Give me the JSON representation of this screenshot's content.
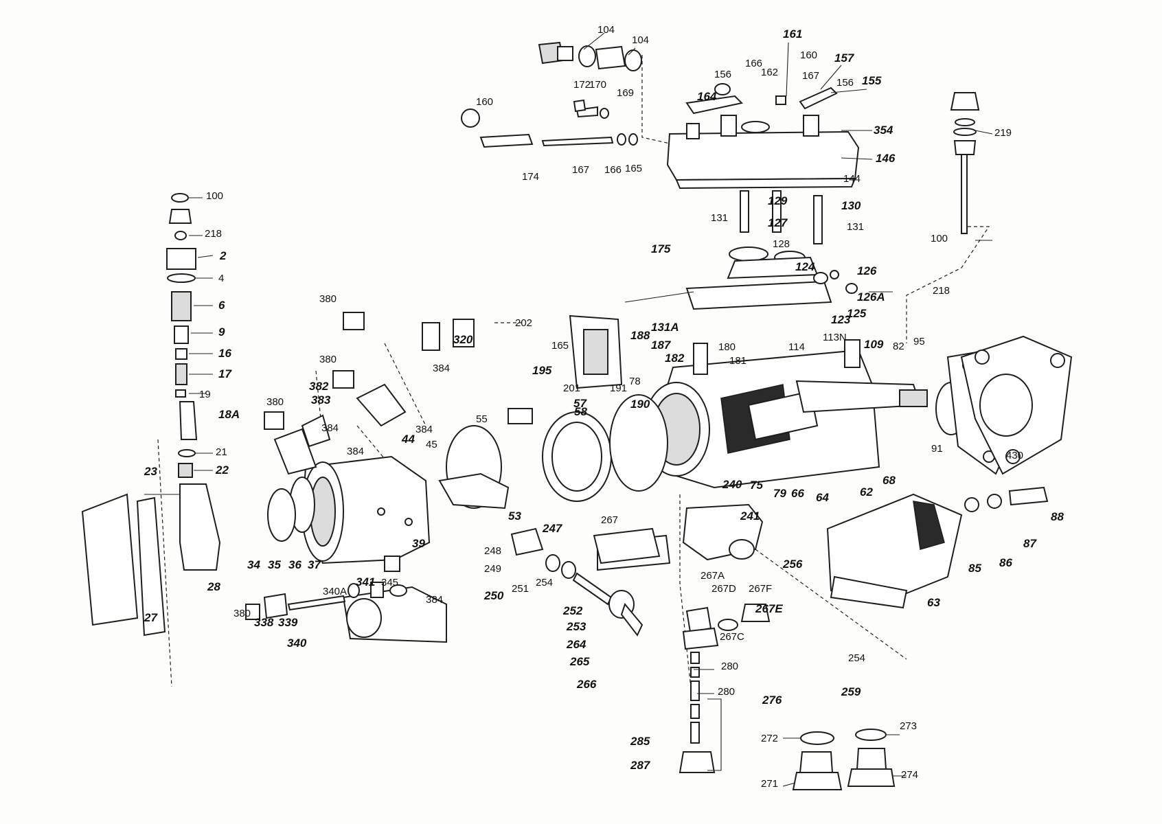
{
  "diagram": {
    "labels": [
      {
        "text": "104"
      },
      {
        "text": "104"
      },
      {
        "text": "161"
      },
      {
        "text": "160"
      },
      {
        "text": "157"
      },
      {
        "text": "166"
      },
      {
        "text": "162"
      },
      {
        "text": "167"
      },
      {
        "text": "156"
      },
      {
        "text": "155"
      },
      {
        "text": "156"
      },
      {
        "text": "164"
      },
      {
        "text": "172"
      },
      {
        "text": "170"
      },
      {
        "text": "169"
      },
      {
        "text": "160"
      },
      {
        "text": "354"
      },
      {
        "text": "146"
      },
      {
        "text": "144"
      },
      {
        "text": "219"
      },
      {
        "text": "174"
      },
      {
        "text": "167"
      },
      {
        "text": "166"
      },
      {
        "text": "165"
      },
      {
        "text": "129"
      },
      {
        "text": "130"
      },
      {
        "text": "131"
      },
      {
        "text": "131"
      },
      {
        "text": "127"
      },
      {
        "text": "128"
      },
      {
        "text": "175"
      },
      {
        "text": "100"
      },
      {
        "text": "100"
      },
      {
        "text": "218"
      },
      {
        "text": "2"
      },
      {
        "text": "4"
      },
      {
        "text": "6"
      },
      {
        "text": "9"
      },
      {
        "text": "16"
      },
      {
        "text": "17"
      },
      {
        "text": "19"
      },
      {
        "text": "18A"
      },
      {
        "text": "21"
      },
      {
        "text": "22"
      },
      {
        "text": "23"
      },
      {
        "text": "124"
      },
      {
        "text": "126"
      },
      {
        "text": "126A"
      },
      {
        "text": "125"
      },
      {
        "text": "218"
      },
      {
        "text": "123"
      },
      {
        "text": "113N"
      },
      {
        "text": "114"
      },
      {
        "text": "131A"
      },
      {
        "text": "380"
      },
      {
        "text": "320"
      },
      {
        "text": "384"
      },
      {
        "text": "202"
      },
      {
        "text": "165"
      },
      {
        "text": "195"
      },
      {
        "text": "188"
      },
      {
        "text": "187"
      },
      {
        "text": "180"
      },
      {
        "text": "181"
      },
      {
        "text": "182"
      },
      {
        "text": "109"
      },
      {
        "text": "82"
      },
      {
        "text": "95"
      },
      {
        "text": "380"
      },
      {
        "text": "382"
      },
      {
        "text": "383"
      },
      {
        "text": "380"
      },
      {
        "text": "384"
      },
      {
        "text": "384"
      },
      {
        "text": "384"
      },
      {
        "text": "44"
      },
      {
        "text": "45"
      },
      {
        "text": "55"
      },
      {
        "text": "57"
      },
      {
        "text": "58"
      },
      {
        "text": "190"
      },
      {
        "text": "191"
      },
      {
        "text": "78"
      },
      {
        "text": "201"
      },
      {
        "text": "91"
      },
      {
        "text": "430"
      },
      {
        "text": "68"
      },
      {
        "text": "62"
      },
      {
        "text": "64"
      },
      {
        "text": "66"
      },
      {
        "text": "79"
      },
      {
        "text": "75"
      },
      {
        "text": "53"
      },
      {
        "text": "247"
      },
      {
        "text": "267"
      },
      {
        "text": "240"
      },
      {
        "text": "241"
      },
      {
        "text": "88"
      },
      {
        "text": "87"
      },
      {
        "text": "86"
      },
      {
        "text": "85"
      },
      {
        "text": "63"
      },
      {
        "text": "28"
      },
      {
        "text": "27"
      },
      {
        "text": "34"
      },
      {
        "text": "35"
      },
      {
        "text": "36"
      },
      {
        "text": "37"
      },
      {
        "text": "39"
      },
      {
        "text": "380"
      },
      {
        "text": "338"
      },
      {
        "text": "339"
      },
      {
        "text": "340"
      },
      {
        "text": "340A"
      },
      {
        "text": "341"
      },
      {
        "text": "345"
      },
      {
        "text": "384"
      },
      {
        "text": "248"
      },
      {
        "text": "249"
      },
      {
        "text": "250"
      },
      {
        "text": "251"
      },
      {
        "text": "254"
      },
      {
        "text": "252"
      },
      {
        "text": "253"
      },
      {
        "text": "264"
      },
      {
        "text": "265"
      },
      {
        "text": "266"
      },
      {
        "text": "256"
      },
      {
        "text": "267A"
      },
      {
        "text": "267D"
      },
      {
        "text": "267F"
      },
      {
        "text": "267E"
      },
      {
        "text": "267C"
      },
      {
        "text": "254"
      },
      {
        "text": "259"
      },
      {
        "text": "280"
      },
      {
        "text": "280"
      },
      {
        "text": "276"
      },
      {
        "text": "285"
      },
      {
        "text": "287"
      },
      {
        "text": "272"
      },
      {
        "text": "273"
      },
      {
        "text": "271"
      },
      {
        "text": "274"
      }
    ]
  }
}
